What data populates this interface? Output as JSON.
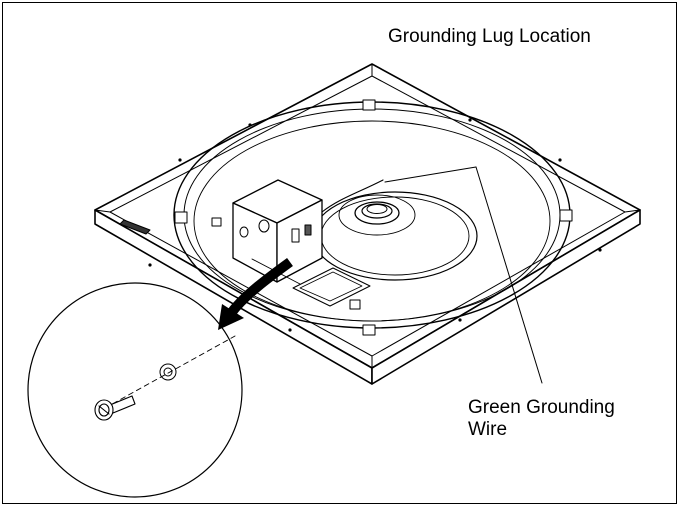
{
  "labels": {
    "grounding_lug_location": "Grounding Lug Location",
    "green_grounding_wire_line1": "Green Grounding",
    "green_grounding_wire_line2": "Wire"
  },
  "colors": {
    "line": "#000000",
    "background": "#ffffff"
  }
}
